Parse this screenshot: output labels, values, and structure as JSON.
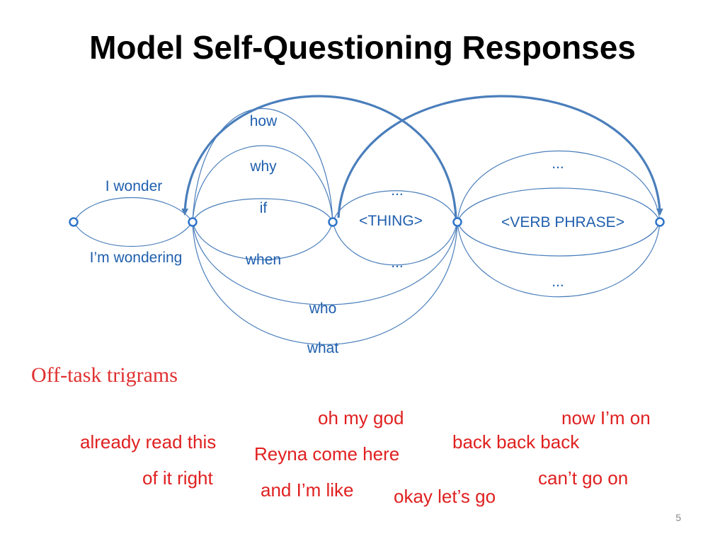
{
  "slide": {
    "title": "Model Self-Questioning Responses",
    "page_number": "5"
  },
  "diagram": {
    "labels": {
      "i_wonder": "I wonder",
      "im_wondering": "I’m wondering",
      "how": "how",
      "why": "why",
      "if": "if",
      "when": "when",
      "who": "who",
      "what": "what",
      "ellipsis_top": "...",
      "thing": "<THING>",
      "ellipsis_bottom": "...",
      "ellipsis_verb_top": "...",
      "verb_phrase": "<VERB PHRASE>",
      "ellipsis_verb_bottom": "..."
    },
    "colors": {
      "arc": "#4a7ebb",
      "text": "#1f5fae",
      "node": "#2e74c9",
      "thick_arrow": "#4a7ebb"
    }
  },
  "off_task": {
    "heading": "Off-task trigrams",
    "color": "#e02020",
    "trigrams": {
      "t1": "oh my god",
      "t2": "now I’m on",
      "t3": "already read this",
      "t4": "back back back",
      "t5": "Reyna come here",
      "t6": "of it right",
      "t7": "can’t go on",
      "t8": "and I’m like",
      "t9": "okay let’s go"
    }
  }
}
